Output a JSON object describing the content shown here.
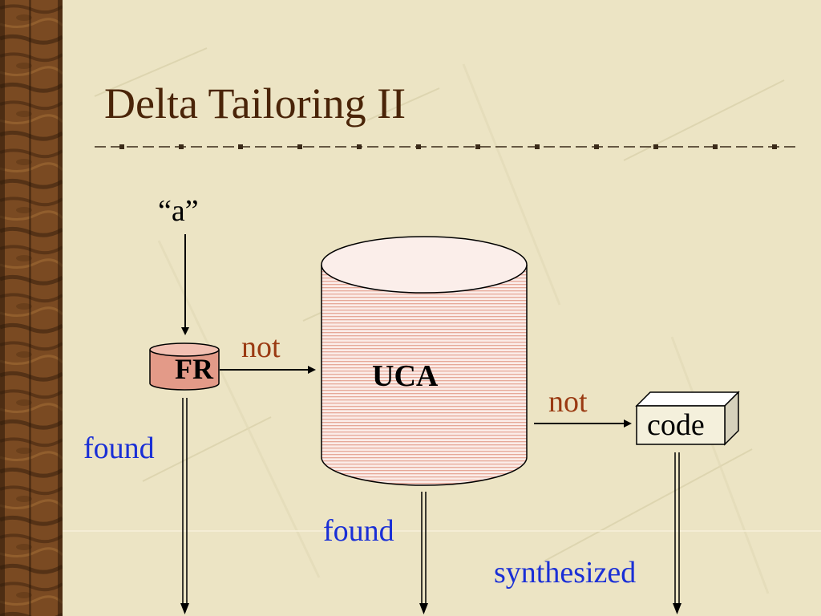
{
  "slide": {
    "title": "Delta Tailoring II"
  },
  "diagram": {
    "input_label": "“a”",
    "fr_label": "FR",
    "uca_label": "UCA",
    "code_label": "code",
    "edge_not_fr_uca": "not",
    "edge_not_uca_code": "not",
    "edge_found_fr": "found",
    "edge_found_uca": "found",
    "edge_synthesized": "synthesized"
  },
  "colors": {
    "title": "#4a2408",
    "edge_found": "#1a2fd6",
    "edge_not": "#9a3a12",
    "fr_fill": "#e39a88",
    "uca_fill": "#f8e2dc",
    "code_fill": "#f4f0dc"
  },
  "icons": {
    "fr": "cylinder-icon",
    "uca": "cylinder-icon",
    "code": "box-3d-icon"
  }
}
